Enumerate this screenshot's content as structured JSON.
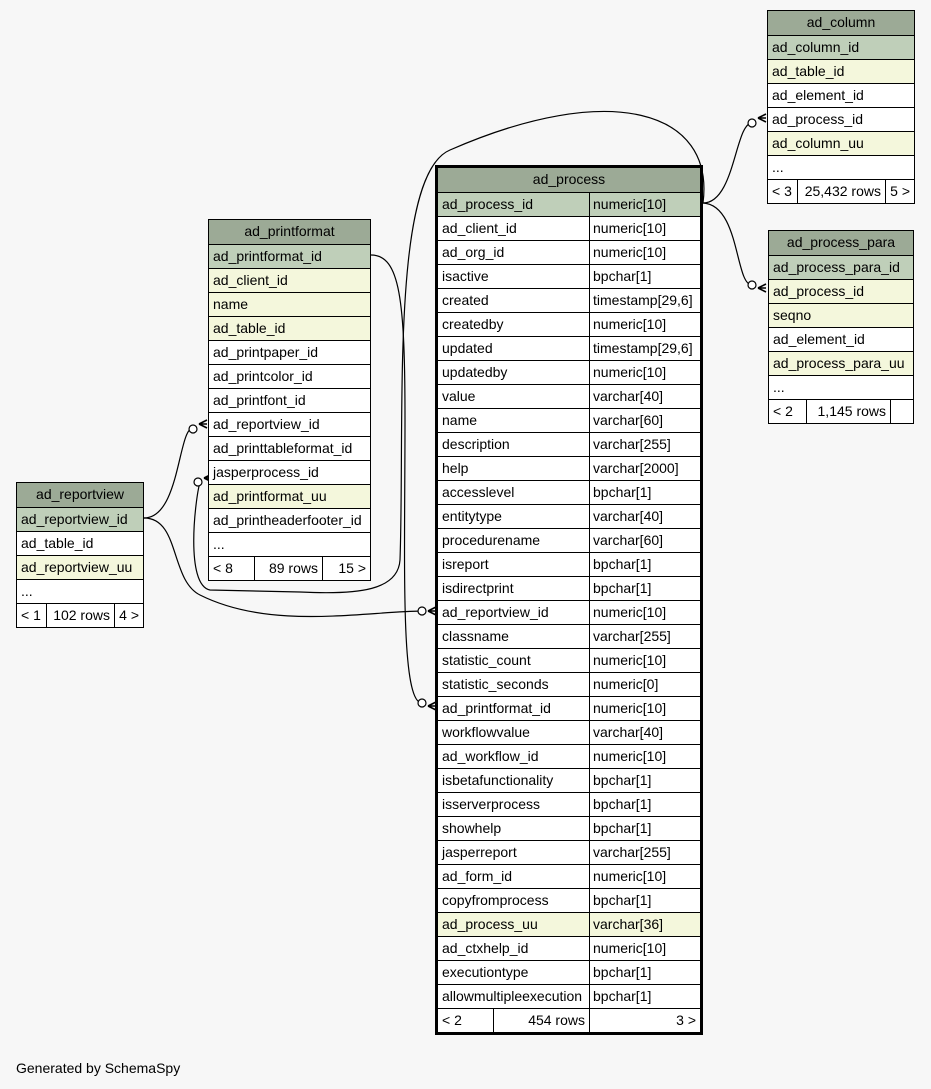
{
  "footer_text": "Generated by SchemaSpy",
  "tables": {
    "ad_column": {
      "title": "ad_column",
      "columns": [
        {
          "name": "ad_column_id",
          "kind": "pk"
        },
        {
          "name": "ad_table_id",
          "kind": "fk"
        },
        {
          "name": "ad_element_id",
          "kind": ""
        },
        {
          "name": "ad_process_id",
          "kind": ""
        },
        {
          "name": "ad_column_uu",
          "kind": "fk"
        },
        {
          "name": "...",
          "kind": ""
        }
      ],
      "footer": {
        "left": "< 3",
        "mid": "25,432 rows",
        "right": "5 >"
      }
    },
    "ad_process_para": {
      "title": "ad_process_para",
      "columns": [
        {
          "name": "ad_process_para_id",
          "kind": "pk"
        },
        {
          "name": "ad_process_id",
          "kind": "fk"
        },
        {
          "name": "seqno",
          "kind": "fk"
        },
        {
          "name": "ad_element_id",
          "kind": ""
        },
        {
          "name": "ad_process_para_uu",
          "kind": "fk"
        },
        {
          "name": "...",
          "kind": ""
        }
      ],
      "footer": {
        "left": "< 2",
        "mid": "1,145 rows",
        "right": ""
      }
    },
    "ad_printformat": {
      "title": "ad_printformat",
      "columns": [
        {
          "name": "ad_printformat_id",
          "kind": "pk"
        },
        {
          "name": "ad_client_id",
          "kind": "fk"
        },
        {
          "name": "name",
          "kind": "fk"
        },
        {
          "name": "ad_table_id",
          "kind": "fk"
        },
        {
          "name": "ad_printpaper_id",
          "kind": ""
        },
        {
          "name": "ad_printcolor_id",
          "kind": ""
        },
        {
          "name": "ad_printfont_id",
          "kind": ""
        },
        {
          "name": "ad_reportview_id",
          "kind": ""
        },
        {
          "name": "ad_printtableformat_id",
          "kind": ""
        },
        {
          "name": "jasperprocess_id",
          "kind": ""
        },
        {
          "name": "ad_printformat_uu",
          "kind": "fk"
        },
        {
          "name": "ad_printheaderfooter_id",
          "kind": ""
        },
        {
          "name": "...",
          "kind": ""
        }
      ],
      "footer": {
        "left": "< 8",
        "mid": "89 rows",
        "right": "15 >"
      }
    },
    "ad_reportview": {
      "title": "ad_reportview",
      "columns": [
        {
          "name": "ad_reportview_id",
          "kind": "pk"
        },
        {
          "name": "ad_table_id",
          "kind": ""
        },
        {
          "name": "ad_reportview_uu",
          "kind": "fk"
        },
        {
          "name": "...",
          "kind": ""
        }
      ],
      "footer": {
        "left": "< 1",
        "mid": "102 rows",
        "right": "4 >"
      }
    },
    "ad_process": {
      "title": "ad_process",
      "columns": [
        {
          "name": "ad_process_id",
          "type": "numeric[10]",
          "kind": "pk"
        },
        {
          "name": "ad_client_id",
          "type": "numeric[10]",
          "kind": ""
        },
        {
          "name": "ad_org_id",
          "type": "numeric[10]",
          "kind": ""
        },
        {
          "name": "isactive",
          "type": "bpchar[1]",
          "kind": ""
        },
        {
          "name": "created",
          "type": "timestamp[29,6]",
          "kind": ""
        },
        {
          "name": "createdby",
          "type": "numeric[10]",
          "kind": ""
        },
        {
          "name": "updated",
          "type": "timestamp[29,6]",
          "kind": ""
        },
        {
          "name": "updatedby",
          "type": "numeric[10]",
          "kind": ""
        },
        {
          "name": "value",
          "type": "varchar[40]",
          "kind": ""
        },
        {
          "name": "name",
          "type": "varchar[60]",
          "kind": ""
        },
        {
          "name": "description",
          "type": "varchar[255]",
          "kind": ""
        },
        {
          "name": "help",
          "type": "varchar[2000]",
          "kind": ""
        },
        {
          "name": "accesslevel",
          "type": "bpchar[1]",
          "kind": ""
        },
        {
          "name": "entitytype",
          "type": "varchar[40]",
          "kind": ""
        },
        {
          "name": "procedurename",
          "type": "varchar[60]",
          "kind": ""
        },
        {
          "name": "isreport",
          "type": "bpchar[1]",
          "kind": ""
        },
        {
          "name": "isdirectprint",
          "type": "bpchar[1]",
          "kind": ""
        },
        {
          "name": "ad_reportview_id",
          "type": "numeric[10]",
          "kind": ""
        },
        {
          "name": "classname",
          "type": "varchar[255]",
          "kind": ""
        },
        {
          "name": "statistic_count",
          "type": "numeric[10]",
          "kind": ""
        },
        {
          "name": "statistic_seconds",
          "type": "numeric[0]",
          "kind": ""
        },
        {
          "name": "ad_printformat_id",
          "type": "numeric[10]",
          "kind": ""
        },
        {
          "name": "workflowvalue",
          "type": "varchar[40]",
          "kind": ""
        },
        {
          "name": "ad_workflow_id",
          "type": "numeric[10]",
          "kind": ""
        },
        {
          "name": "isbetafunctionality",
          "type": "bpchar[1]",
          "kind": ""
        },
        {
          "name": "isserverprocess",
          "type": "bpchar[1]",
          "kind": ""
        },
        {
          "name": "showhelp",
          "type": "bpchar[1]",
          "kind": ""
        },
        {
          "name": "jasperreport",
          "type": "varchar[255]",
          "kind": ""
        },
        {
          "name": "ad_form_id",
          "type": "numeric[10]",
          "kind": ""
        },
        {
          "name": "copyfromprocess",
          "type": "bpchar[1]",
          "kind": ""
        },
        {
          "name": "ad_process_uu",
          "type": "varchar[36]",
          "kind": "fk"
        },
        {
          "name": "ad_ctxhelp_id",
          "type": "numeric[10]",
          "kind": ""
        },
        {
          "name": "executiontype",
          "type": "bpchar[1]",
          "kind": ""
        },
        {
          "name": "allowmultipleexecution",
          "type": "bpchar[1]",
          "kind": ""
        }
      ],
      "footer": {
        "left": "< 2",
        "mid": "454 rows",
        "right": "3 >"
      }
    }
  },
  "colors": {
    "header": "#9caa96",
    "primary_key": "#bfcfb9",
    "key_column": "#f4f7dc",
    "background": "#f7f7f7"
  }
}
